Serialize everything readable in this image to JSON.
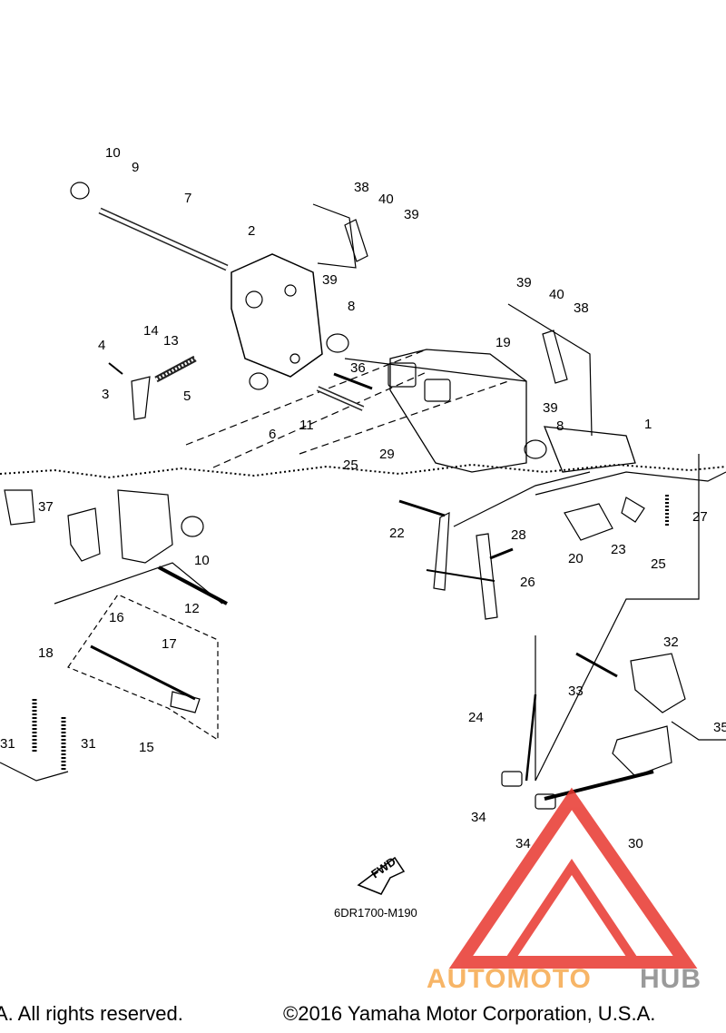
{
  "diagram": {
    "drawing_code": "6DR1700-M190",
    "direction_label": "FWD",
    "callouts": [
      {
        "label": "10"
      },
      {
        "label": "9"
      },
      {
        "label": "7"
      },
      {
        "label": "2"
      },
      {
        "label": "38"
      },
      {
        "label": "40"
      },
      {
        "label": "39"
      },
      {
        "label": "39"
      },
      {
        "label": "39"
      },
      {
        "label": "40"
      },
      {
        "label": "38"
      },
      {
        "label": "8"
      },
      {
        "label": "14"
      },
      {
        "label": "13"
      },
      {
        "label": "4"
      },
      {
        "label": "5"
      },
      {
        "label": "3"
      },
      {
        "label": "6"
      },
      {
        "label": "36"
      },
      {
        "label": "11"
      },
      {
        "label": "19"
      },
      {
        "label": "39"
      },
      {
        "label": "1"
      },
      {
        "label": "8"
      },
      {
        "label": "29"
      },
      {
        "label": "25"
      },
      {
        "label": "37"
      },
      {
        "label": "10"
      },
      {
        "label": "12"
      },
      {
        "label": "22"
      },
      {
        "label": "28"
      },
      {
        "label": "20"
      },
      {
        "label": "23"
      },
      {
        "label": "25"
      },
      {
        "label": "27"
      },
      {
        "label": "26"
      },
      {
        "label": "16"
      },
      {
        "label": "17"
      },
      {
        "label": "18"
      },
      {
        "label": "15"
      },
      {
        "label": "31"
      },
      {
        "label": "31"
      },
      {
        "label": "32"
      },
      {
        "label": "33"
      },
      {
        "label": "35"
      },
      {
        "label": "24"
      },
      {
        "label": "34"
      },
      {
        "label": "34"
      },
      {
        "label": "30"
      },
      {
        "label": "5"
      }
    ]
  },
  "watermark": {
    "text_a": "AUTOMOTO",
    "text_b": "HUB",
    "color_a": "#f7b567",
    "color_b": "#9a9a9a",
    "logo_color": "#e8372f"
  },
  "footer": {
    "left": "A. All rights reserved.",
    "right": "©2016 Yamaha Motor Corporation, U.S.A."
  }
}
